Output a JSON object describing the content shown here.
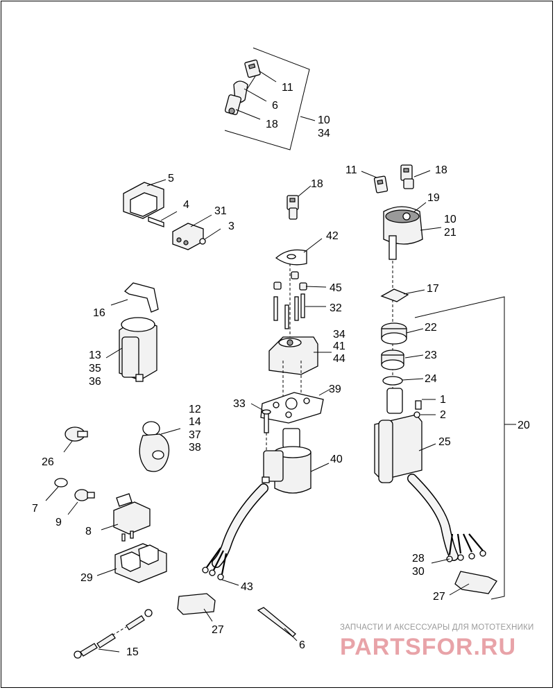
{
  "callouts": {
    "c11a": "11",
    "c6a": "6",
    "c18a": "18",
    "c10a": "10",
    "c34a": "34",
    "c5": "5",
    "c4": "4",
    "c31": "31",
    "c3": "3",
    "c18b": "18",
    "c11b": "11",
    "c18c": "18",
    "c19": "19",
    "c10b": "10",
    "c21": "21",
    "c42": "42",
    "c45": "45",
    "c32": "32",
    "c16": "16",
    "c13": "13",
    "c35": "35",
    "c36": "36",
    "c34b": "34",
    "c41": "41",
    "c44": "44",
    "c17": "17",
    "c22": "22",
    "c23": "23",
    "c24": "24",
    "c1": "1",
    "c2": "2",
    "c25": "25",
    "c20": "20",
    "c39": "39",
    "c33": "33",
    "c40": "40",
    "c12": "12",
    "c14": "14",
    "c37": "37",
    "c38": "38",
    "c26": "26",
    "c7": "7",
    "c9": "9",
    "c8": "8",
    "c29": "29",
    "c43": "43",
    "c27a": "27",
    "c6b": "6",
    "c15": "15",
    "c28": "28",
    "c30": "30",
    "c27b": "27"
  },
  "watermark": {
    "caption": "ЗАПЧАСТИ И АКСЕССУАРЫ ДЛЯ МОТОТЕХНИКИ",
    "logo_text": "PARTSFOR.RU",
    "logo_color": "#e8a3a8"
  },
  "icons": {
    "key": "key-icon",
    "switch": "ignition-switch-icon",
    "relay": "relay-icon",
    "connector": "connector-icon",
    "cable_tie": "cable-tie-icon",
    "ground_strap": "ground-strap-icon"
  }
}
